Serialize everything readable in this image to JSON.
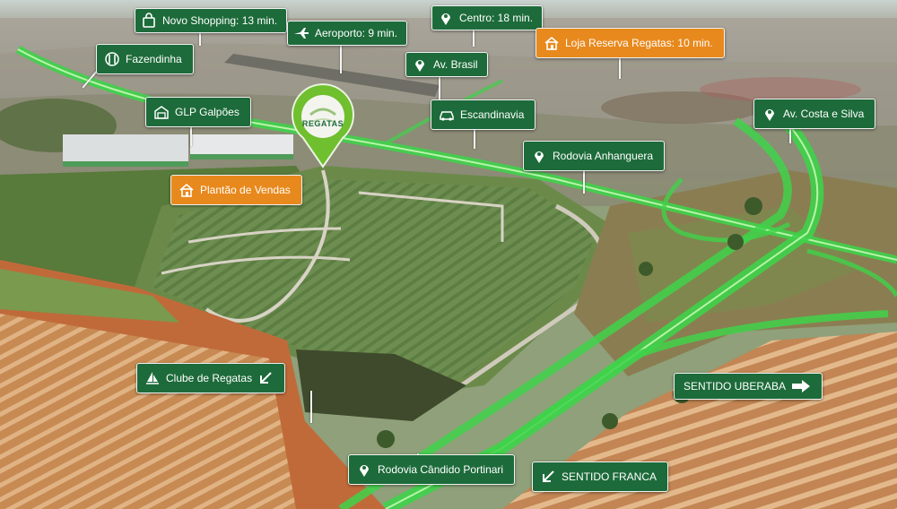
{
  "pin": {
    "brand": "REGATAS"
  },
  "labels": {
    "novo_shopping": "Novo Shopping: 13 min.",
    "centro": "Centro: 18 min.",
    "aeroporto": "Aeroporto: 9 min.",
    "loja_reserva": "Loja Reserva Regatas: 10 min.",
    "fazendinha": "Fazendinha",
    "av_brasil": "Av. Brasil",
    "glp_galpoes": "GLP Galpões",
    "escandinavia": "Escandinavia",
    "av_costa_silva": "Av. Costa e Silva",
    "rodovia_anhanguera": "Rodovia Anhanguera",
    "plantao_vendas": "Plantão de Vendas",
    "clube_regatas": "Clube de Regatas",
    "sentido_uberaba": "SENTIDO UBERABA",
    "rodovia_candido": "Rodovia Cândido Portinari",
    "sentido_franca": "SENTIDO FRANCA"
  },
  "colors": {
    "label_green": "#1d6b3a",
    "label_orange": "#e8891d",
    "highway": "#3fd24a"
  }
}
